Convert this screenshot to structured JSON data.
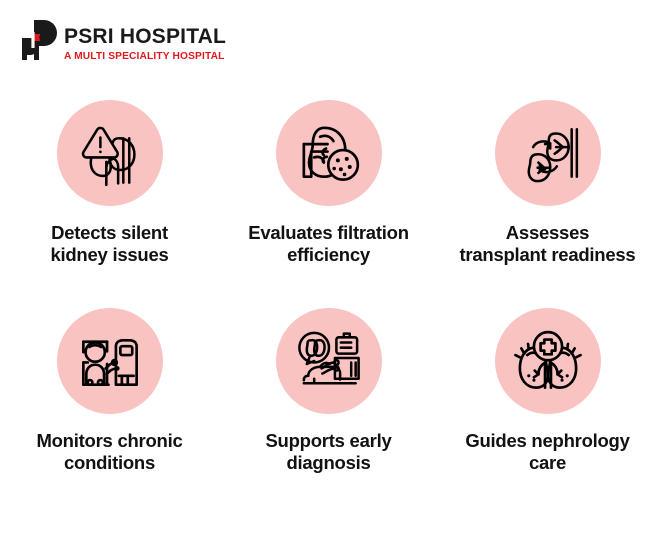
{
  "brand": {
    "name": "PSRI HOSPITAL",
    "tagline": "A MULTI SPECIALITY HOSPITAL",
    "logo_icon": "psri-p-monogram-icon",
    "name_color": "#1a1a1a",
    "tagline_color": "#e0191f",
    "mark_colors": {
      "black": "#1a1a1a",
      "red": "#e0191f"
    }
  },
  "theme": {
    "background": "#ffffff",
    "badge_fill": "#f9c3c2",
    "icon_stroke": "#000000",
    "caption_color": "#121212"
  },
  "features": [
    {
      "icon": "kidneys-warning-triangle-icon",
      "label_line1": "Detects silent",
      "label_line2": "kidney issues"
    },
    {
      "icon": "kidney-filtration-glomerulus-icon",
      "label_line1": "Evaluates filtration",
      "label_line2": "efficiency"
    },
    {
      "icon": "kidney-transplant-exchange-icon",
      "label_line1": "Assesses",
      "label_line2": "transplant readiness"
    },
    {
      "icon": "patient-dialysis-machine-icon",
      "label_line1": "Monitors chronic",
      "label_line2": "conditions"
    },
    {
      "icon": "patient-diagnosis-equipment-icon",
      "label_line1": "Supports early",
      "label_line2": "diagnosis"
    },
    {
      "icon": "kidneys-medical-cross-icon",
      "label_line1": "Guides nephrology",
      "label_line2": "care"
    }
  ]
}
